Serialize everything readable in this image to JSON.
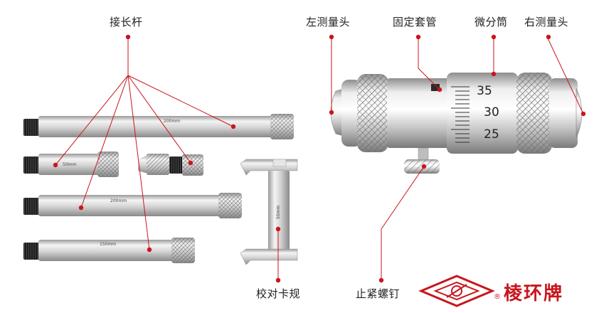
{
  "labels": {
    "extension_rod": "接长杆",
    "calibration_gauge": "校对卡规",
    "left_anvil": "左测量头",
    "fixed_sleeve": "固定套管",
    "thimble": "微分筒",
    "right_anvil": "右测量头",
    "lock": "止紧螺钉"
  },
  "rods": {
    "r1": "200mm",
    "r2": "50mm",
    "r3": "200mm",
    "r4": "150mm",
    "gauge": "50mm"
  },
  "thimble_scale": [
    "35",
    "30",
    "25"
  ],
  "brand": {
    "name": "棱环牌",
    "reg": "®"
  },
  "colors": {
    "accent": "#c8161d",
    "metal_light": "#f2f2f2",
    "metal_mid": "#c9c9c9",
    "metal_dark": "#8c8c8c",
    "thread": "#1a1a1a"
  }
}
